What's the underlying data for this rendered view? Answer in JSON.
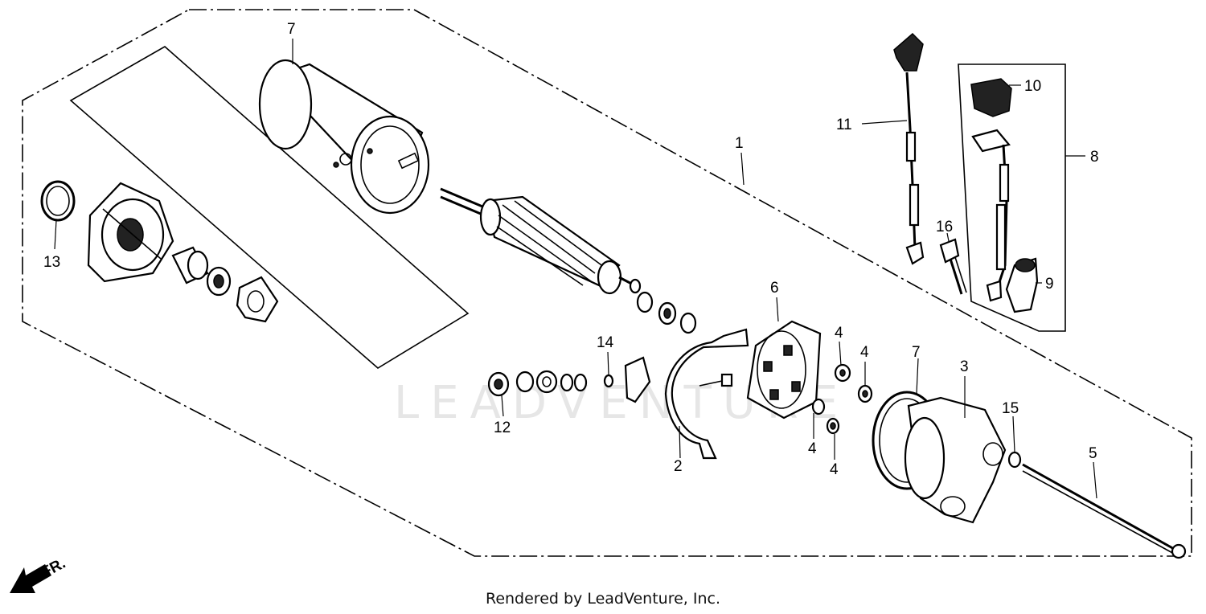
{
  "callouts": {
    "c1": "1",
    "c2": "2",
    "c3": "3",
    "c4a": "4",
    "c4b": "4",
    "c4c": "4",
    "c4d": "4",
    "c5": "5",
    "c6": "6",
    "c7a": "7",
    "c7b": "7",
    "c8": "8",
    "c9": "9",
    "c10": "10",
    "c11": "11",
    "c12": "12",
    "c13": "13",
    "c14": "14",
    "c15": "15",
    "c16": "16"
  },
  "direction_label": "FR.",
  "watermark": "LEADVENTURE",
  "credit": "Rendered by LeadVenture, Inc."
}
